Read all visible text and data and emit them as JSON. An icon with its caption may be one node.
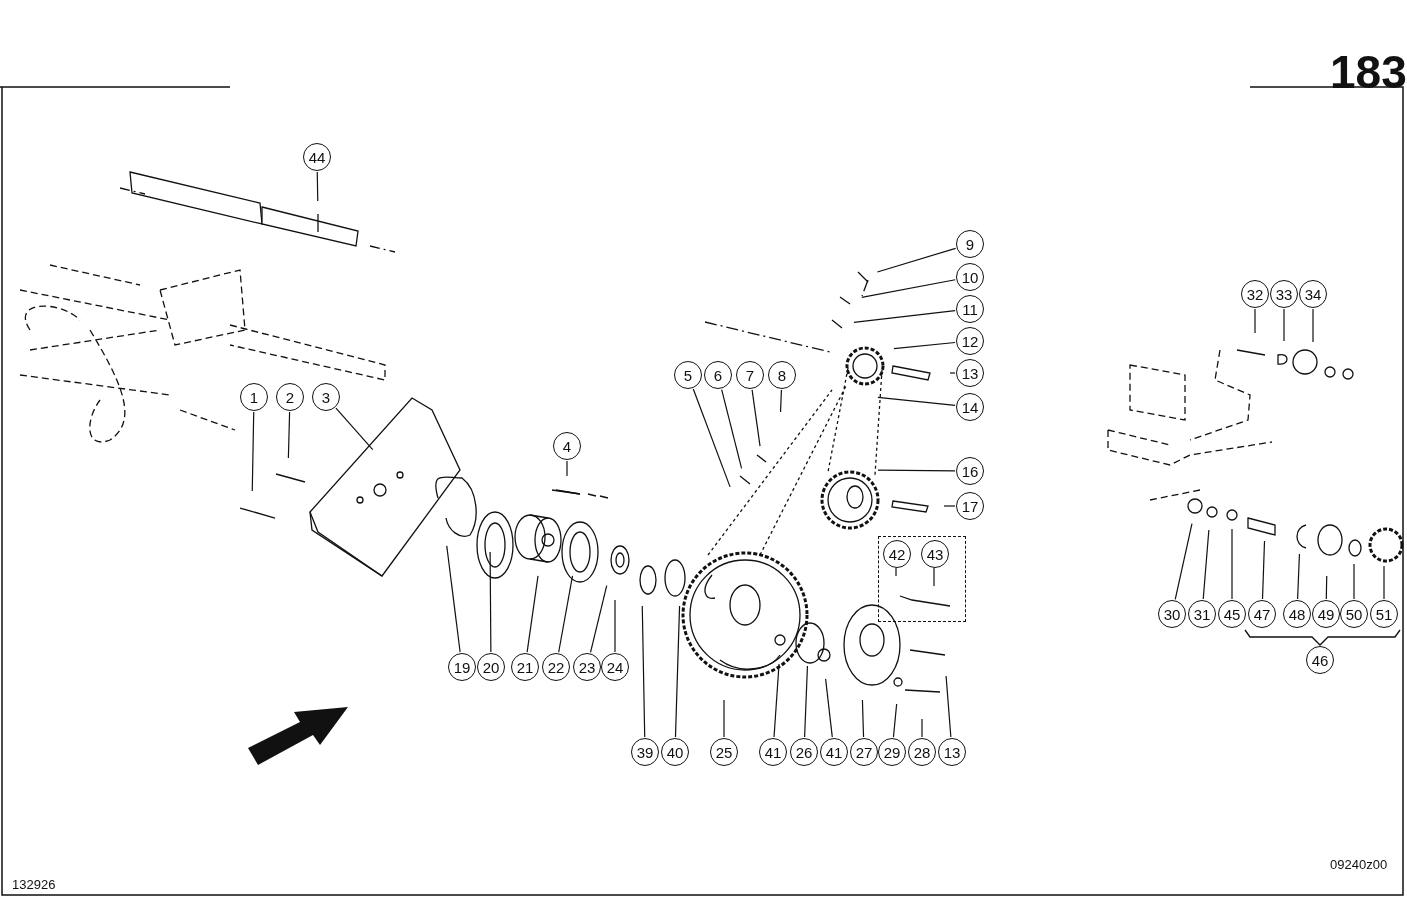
{
  "diagram": {
    "nodes": [
      {
        "text": [
          "44"
        ]
      },
      {
        "text": [
          "9"
        ]
      },
      {
        "text": [
          "10"
        ]
      },
      {
        "text": [
          "11"
        ]
      },
      {
        "text": [
          "12"
        ]
      },
      {
        "text": [
          "13"
        ]
      },
      {
        "text": [
          "14"
        ]
      },
      {
        "text": [
          "16"
        ]
      },
      {
        "text": [
          "17"
        ]
      },
      {
        "text": [
          "32"
        ]
      },
      {
        "text": [
          "33"
        ]
      },
      {
        "text": [
          "34"
        ]
      },
      {
        "text": [
          "1"
        ]
      },
      {
        "text": [
          "2"
        ]
      },
      {
        "text": [
          "3"
        ]
      },
      {
        "text": [
          "4"
        ]
      },
      {
        "text": [
          "5"
        ]
      },
      {
        "text": [
          "6"
        ]
      },
      {
        "text": [
          "7"
        ]
      },
      {
        "text": [
          "8"
        ]
      },
      {
        "text": [],
        "shape": "box"
      },
      {
        "text": [
          "42"
        ],
        "in": 20
      },
      {
        "text": [
          "43"
        ],
        "in": 20
      },
      {
        "text": [
          "30"
        ]
      },
      {
        "text": [
          "31"
        ]
      },
      {
        "text": [
          "45"
        ]
      },
      {
        "text": [
          "47"
        ]
      },
      {
        "text": [
          "48"
        ]
      },
      {
        "text": [
          "49"
        ]
      },
      {
        "text": [
          "50"
        ]
      },
      {
        "text": [
          "51"
        ]
      },
      {
        "text": [
          "46"
        ]
      },
      {
        "text": [
          "19"
        ]
      },
      {
        "text": [
          "20"
        ]
      },
      {
        "text": [
          "21"
        ]
      },
      {
        "text": [
          "22"
        ]
      },
      {
        "text": [
          "23"
        ]
      },
      {
        "text": [
          "24"
        ]
      },
      {
        "text": [
          "39"
        ]
      },
      {
        "text": [
          "40"
        ]
      },
      {
        "text": [
          "25"
        ]
      },
      {
        "text": [
          "41"
        ]
      },
      {
        "text": [
          "26"
        ]
      },
      {
        "text": [
          "41"
        ]
      },
      {
        "text": [
          "27"
        ]
      },
      {
        "text": [
          "29"
        ]
      },
      {
        "text": [
          "28"
        ]
      },
      {
        "text": [
          "13"
        ]
      }
    ],
    "edges": [
      {
        "from": 0,
        "to": null,
        "arrow": "none"
      },
      {
        "from": 1,
        "to": null,
        "arrow": "none"
      },
      {
        "from": 2,
        "to": null,
        "arrow": "none"
      },
      {
        "from": 3,
        "to": null,
        "arrow": "none"
      },
      {
        "from": 4,
        "to": null,
        "arrow": "none"
      },
      {
        "from": 5,
        "to": null,
        "arrow": "none"
      },
      {
        "from": 6,
        "to": null,
        "arrow": "none"
      },
      {
        "from": 7,
        "to": null,
        "arrow": "none"
      },
      {
        "from": 8,
        "to": null,
        "arrow": "none"
      },
      {
        "from": 9,
        "to": null,
        "arrow": "none"
      },
      {
        "from": 10,
        "to": null,
        "arrow": "none"
      },
      {
        "from": 11,
        "to": null,
        "arrow": "none"
      },
      {
        "from": 12,
        "to": null,
        "arrow": "none"
      },
      {
        "from": 13,
        "to": null,
        "arrow": "none"
      },
      {
        "from": 14,
        "to": null,
        "arrow": "none"
      },
      {
        "from": 15,
        "to": null,
        "arrow": "none"
      },
      {
        "from": 16,
        "to": null,
        "arrow": "none"
      },
      {
        "from": 17,
        "to": null,
        "arrow": "none"
      },
      {
        "from": 18,
        "to": null,
        "arrow": "none"
      },
      {
        "from": 19,
        "to": null,
        "arrow": "none"
      },
      {
        "from": 21,
        "to": null,
        "arrow": "none"
      },
      {
        "from": 22,
        "to": null,
        "arrow": "none"
      },
      {
        "from": 23,
        "to": null,
        "arrow": "none"
      },
      {
        "from": 24,
        "to": null,
        "arrow": "none"
      },
      {
        "from": 25,
        "to": null,
        "arrow": "none"
      },
      {
        "from": 26,
        "to": null,
        "arrow": "none"
      },
      {
        "from": 27,
        "to": null,
        "arrow": "none"
      },
      {
        "from": 28,
        "to": null,
        "arrow": "none"
      },
      {
        "from": 29,
        "to": null,
        "arrow": "none"
      },
      {
        "from": 30,
        "to": null,
        "arrow": "none"
      },
      {
        "from": 32,
        "to": null,
        "arrow": "none"
      },
      {
        "from": 33,
        "to": null,
        "arrow": "none"
      },
      {
        "from": 34,
        "to": null,
        "arrow": "none"
      },
      {
        "from": 35,
        "to": null,
        "arrow": "none"
      },
      {
        "from": 36,
        "to": null,
        "arrow": "none"
      },
      {
        "from": 37,
        "to": null,
        "arrow": "none"
      },
      {
        "from": 38,
        "to": null,
        "arrow": "none"
      },
      {
        "from": 39,
        "to": null,
        "arrow": "none"
      },
      {
        "from": 40,
        "to": null,
        "arrow": "none"
      },
      {
        "from": 41,
        "to": null,
        "arrow": "none"
      },
      {
        "from": 42,
        "to": null,
        "arrow": "none"
      },
      {
        "from": 43,
        "to": null,
        "arrow": "none"
      },
      {
        "from": 44,
        "to": null,
        "arrow": "none"
      },
      {
        "from": 45,
        "to": null,
        "arrow": "none"
      },
      {
        "from": 46,
        "to": null,
        "arrow": "none"
      },
      {
        "from": 47,
        "to": null,
        "arrow": "none"
      }
    ],
    "labels": [
      "183",
      "132926",
      "09240z00"
    ]
  }
}
